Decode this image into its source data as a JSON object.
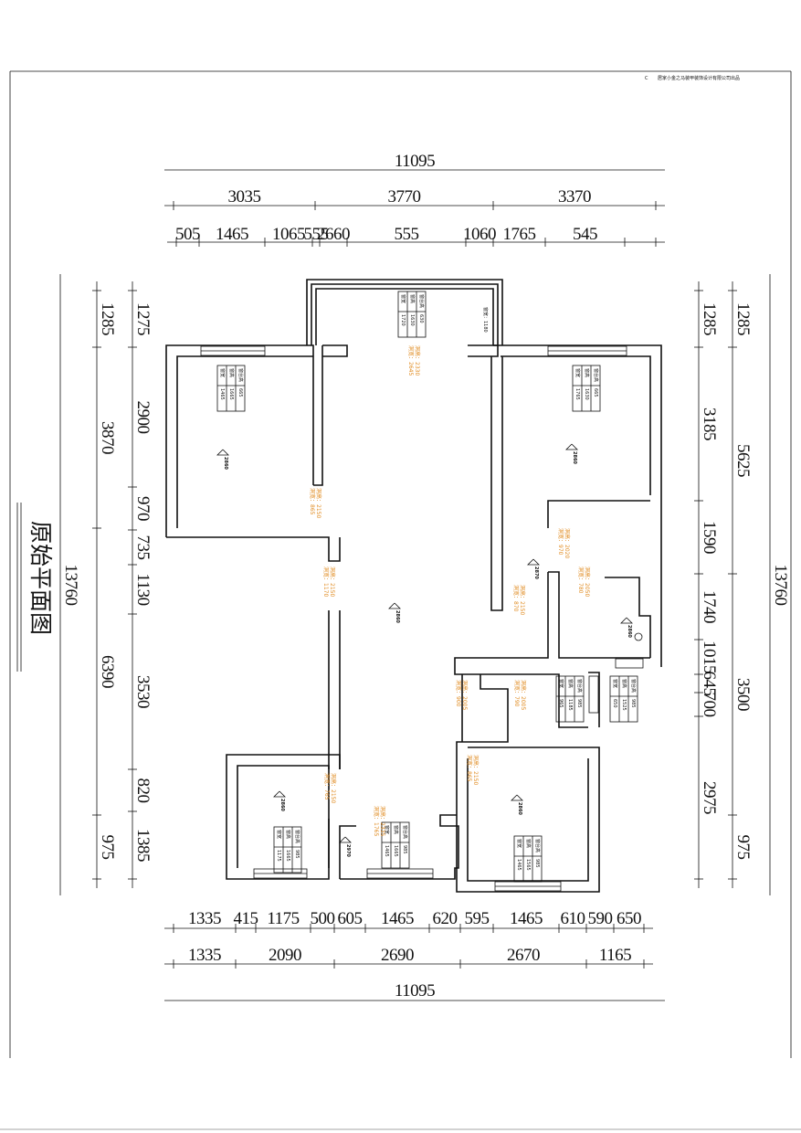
{
  "header": {
    "mark": "C",
    "company": "居家小金之马装甲装饰设计有限公司出品"
  },
  "title": "原始平面图",
  "dimensions": {
    "top_total": "11095",
    "top_mid": [
      "3035",
      "3770",
      "3370"
    ],
    "top_fine": [
      "505",
      "1465",
      "1065",
      "555",
      "2660",
      "555",
      "1060",
      "1765",
      "545"
    ],
    "bottom_fine": [
      "1335",
      "415",
      "1175",
      "500",
      "605",
      "1465",
      "620",
      "595",
      "1465",
      "610",
      "590",
      "650"
    ],
    "bottom_mid": [
      "1335",
      "2090",
      "2690",
      "2670",
      "1165"
    ],
    "bottom_total": "11095",
    "left_total": "13760",
    "left_mid": [
      "1285",
      "3870",
      "6390",
      "975"
    ],
    "left_fine": [
      "1275",
      "2900",
      "970",
      "735",
      "1130",
      "3530",
      "820",
      "1385"
    ],
    "right_total": "13760",
    "right_mid": [
      "1285",
      "5625",
      "3500",
      "975"
    ],
    "right_fine": [
      "1285",
      "3185",
      "1590",
      "1740",
      "1015",
      "645",
      "700",
      "2975"
    ]
  },
  "annotations": {
    "openings": [
      "洞宽：865",
      "洞高：2150",
      "洞宽：1170",
      "洞高：2150",
      "洞宽：2645",
      "洞高：2330",
      "洞宽：870",
      "洞高：2150",
      "洞宽：970",
      "洞高：2020",
      "洞宽：780",
      "洞高：2050",
      "洞宽：900",
      "洞高：2005",
      "洞宽：790",
      "洞高：2005",
      "洞宽：765",
      "洞高：2150",
      "洞宽：1765",
      "洞高：2335",
      "洞宽：865",
      "洞高：2150"
    ],
    "heights": [
      "2860",
      "2860",
      "2860",
      "2860",
      "2970",
      "2870",
      "2860",
      "2860"
    ],
    "balcony_note": "窗宽：1180",
    "window_tags": [
      {
        "label": [
          "窗宽",
          "窗高",
          "窗台高"
        ],
        "values": [
          "1465",
          "1665",
          "665"
        ]
      },
      {
        "label": [
          "窗宽",
          "窗高",
          "窗台高"
        ],
        "values": [
          "1720",
          "1630",
          "630"
        ]
      },
      {
        "label": [
          "窗宽",
          "窗高",
          "窗台高"
        ],
        "values": [
          "1765",
          "1630",
          "665"
        ]
      },
      {
        "label": [
          "窗宽",
          "窗高",
          "窗台高"
        ],
        "values": [
          "965",
          "1185",
          "985"
        ]
      },
      {
        "label": [
          "窗宽",
          "窗高",
          "窗台高"
        ],
        "values": [
          "650",
          "1525",
          "985"
        ]
      },
      {
        "label": [
          "窗宽",
          "窗高",
          "窗台高"
        ],
        "values": [
          "1175",
          "1665",
          "985"
        ]
      },
      {
        "label": [
          "窗宽",
          "窗高",
          "窗台高"
        ],
        "values": [
          "1465",
          "1665",
          "985"
        ]
      },
      {
        "label": [
          "窗宽",
          "窗高",
          "窗台高"
        ],
        "values": [
          "1465",
          "1565",
          "985"
        ]
      }
    ]
  }
}
